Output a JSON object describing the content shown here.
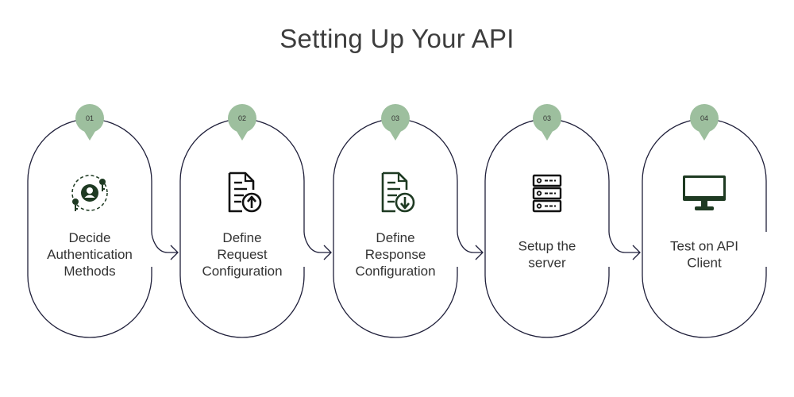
{
  "title": "Setting Up Your API",
  "colors": {
    "badge": "#9dbf9e",
    "outline": "#1f1f3a",
    "icon": "#1e3a22",
    "icon_mono": "#111111",
    "text": "#333333"
  },
  "steps": [
    {
      "number": "01",
      "label_lines": [
        "Decide",
        "Authentication",
        "Methods"
      ],
      "icon": "user-authentication-icon"
    },
    {
      "number": "02",
      "label_lines": [
        "Define",
        "Request",
        "Configuration"
      ],
      "icon": "document-upload-icon"
    },
    {
      "number": "03",
      "label_lines": [
        "Define",
        "Response",
        "Configuration"
      ],
      "icon": "document-download-icon"
    },
    {
      "number": "03",
      "label_lines": [
        "Setup the",
        "server"
      ],
      "icon": "server-icon"
    },
    {
      "number": "04",
      "label_lines": [
        "Test on API",
        "Client"
      ],
      "icon": "monitor-icon"
    }
  ]
}
